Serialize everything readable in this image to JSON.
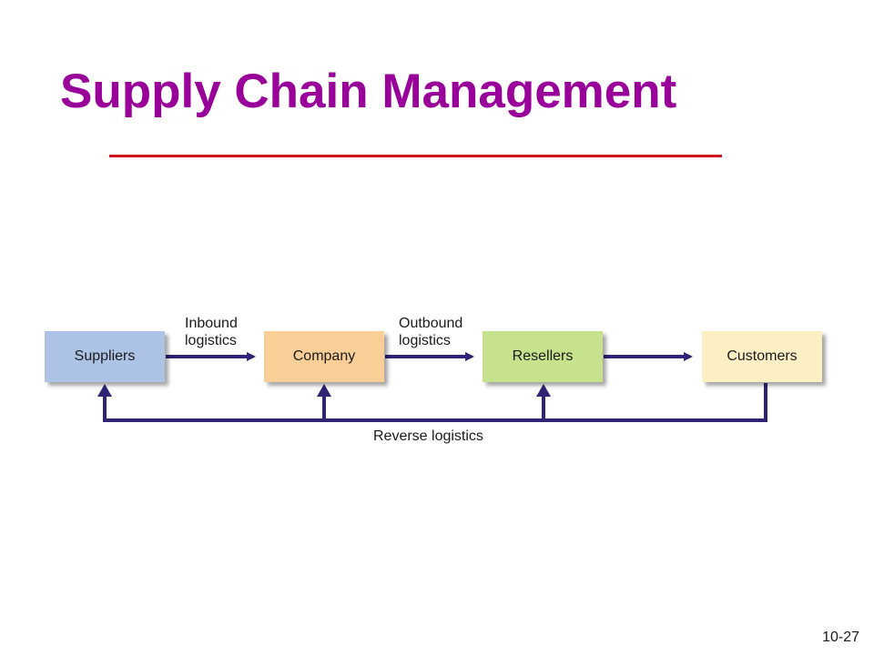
{
  "slide": {
    "title": "Supply Chain Management",
    "page_number": "10-27"
  },
  "diagram": {
    "nodes": [
      {
        "id": "suppliers",
        "label": "Suppliers",
        "color": "#adc3e5"
      },
      {
        "id": "company",
        "label": "Company",
        "color": "#f9cf97"
      },
      {
        "id": "resellers",
        "label": "Resellers",
        "color": "#c6e28d"
      },
      {
        "id": "customers",
        "label": "Customers",
        "color": "#fdefc4"
      }
    ],
    "edges": [
      {
        "from": "suppliers",
        "to": "company",
        "label": "Inbound\nlogistics"
      },
      {
        "from": "company",
        "to": "resellers",
        "label": "Outbound\nlogistics"
      },
      {
        "from": "resellers",
        "to": "customers",
        "label": ""
      }
    ],
    "reverse_flow": {
      "label": "Reverse logistics",
      "from": "customers",
      "to": [
        "suppliers",
        "company",
        "resellers"
      ]
    },
    "colors": {
      "arrow": "#2e2473",
      "title": "#990099",
      "rule": "#d4141c"
    }
  }
}
